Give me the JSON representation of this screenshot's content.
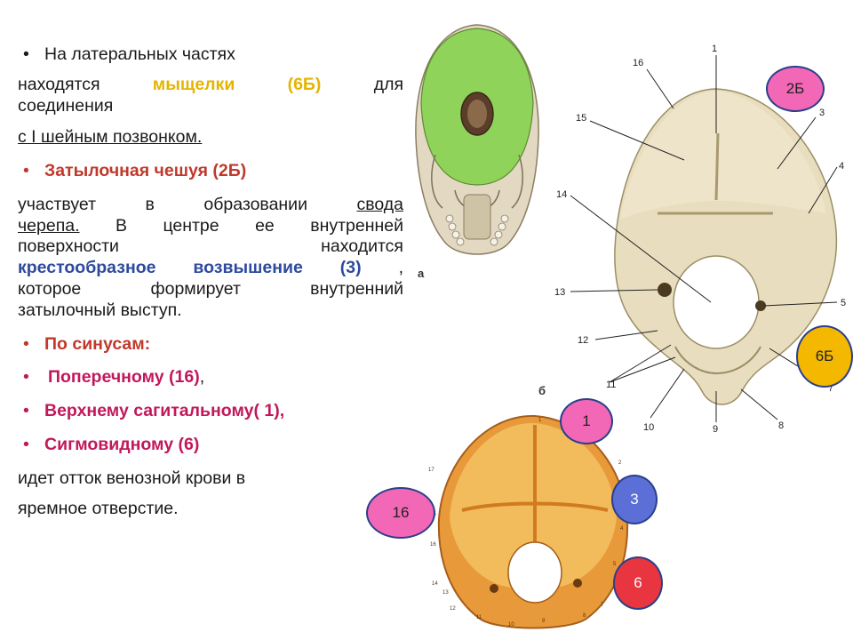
{
  "text": {
    "b1_line1": "На латеральных частях",
    "b1_line2_a": "находятся",
    "b1_line2_b": "мыщелки",
    "b1_line2_c": "(6Б)",
    "b1_line2_d": "для",
    "b1_line3": "соединения",
    "b1_line4": "с I шейным позвонком.",
    "b2_title": "Затылочная чешуя",
    "b2_code": "(2Б)",
    "p1_a": "участвует в образовании",
    "p1_b": "свода",
    "p1_c": "черепа.",
    "p1_d": "В центре ее внутренней",
    "p1_e": "поверхности находится",
    "p1_f": "крестообразное возвышение (3)",
    "p1_g": ",",
    "p1_h": "которое формирует внутренний",
    "p1_i": "затылочный выступ.",
    "b3": "По синусам:",
    "b4": "Поперечному (16)",
    "b4_comma": ",",
    "b5": "Верхнему сагитальному( 1),",
    "b6": "Сигмовидному (6)",
    "p2_line1": "идет отток венозной крови в",
    "p2_line2": "яремное отверстие."
  },
  "figures": {
    "top_left_letter": "а",
    "bottom_letter": "б",
    "right_numbers": [
      "1",
      "16",
      "3",
      "15",
      "4",
      "14",
      "13",
      "5",
      "12",
      "11",
      "7",
      "10",
      "9",
      "8"
    ],
    "bottom_numbers": [
      "17",
      "2",
      "1",
      "16",
      "4",
      "15",
      "5",
      "14",
      "13",
      "7",
      "12",
      "11",
      "9",
      "8",
      "10"
    ]
  },
  "badges": {
    "b2b": "2Б",
    "b6b": "6Б",
    "b1": "1",
    "b3": "3",
    "b16": "16",
    "b6": "6"
  },
  "colors": {
    "yellow_text": "#e5b400",
    "red_text": "#c0392b",
    "blue_text": "#2e4a9e",
    "pink_text": "#c2185b",
    "badge_pink": "#f267b6",
    "badge_gold": "#f5b800",
    "badge_blue": "#5b6fd6",
    "badge_red": "#e8353f"
  }
}
